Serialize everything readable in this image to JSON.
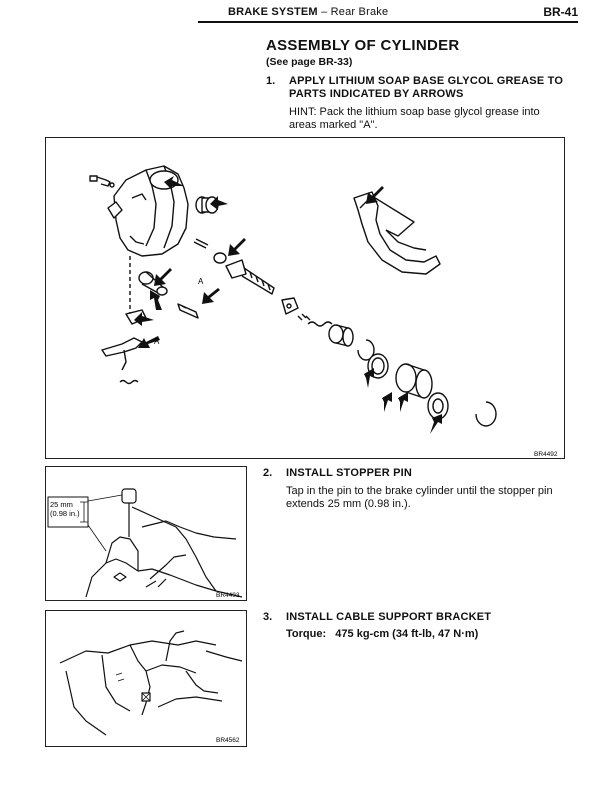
{
  "header": {
    "section": "BRAKE SYSTEM",
    "separator": " – ",
    "subsection": "Rear Brake",
    "page_number": "BR-41"
  },
  "section": {
    "title": "ASSEMBLY OF CYLINDER",
    "reference": "(See page BR-33)"
  },
  "steps": [
    {
      "number": "1.",
      "heading_line1": "APPLY LITHIUM SOAP BASE GLYCOL GREASE TO",
      "heading_line2": "PARTS INDICATED BY ARROWS",
      "hint_line1": "HINT:  Pack the lithium soap base glycol grease into",
      "hint_line2": "areas marked \"A\"."
    },
    {
      "number": "2.",
      "heading": "INSTALL STOPPER PIN",
      "body_line1": "Tap in the pin to the brake cylinder until the stopper pin",
      "body_line2": "extends 25 mm (0.98 in.)."
    },
    {
      "number": "3.",
      "heading": "INSTALL CABLE SUPPORT BRACKET",
      "torque_label": "Torque:",
      "torque_value": "475 kg-cm (34 ft-lb, 47 N·m)"
    }
  ],
  "figures": {
    "exploded": {
      "code": "BR4492",
      "label_a1": "A",
      "label_a2": "A"
    },
    "stopper_pin": {
      "code": "BR4493",
      "dim_line1": "25 mm",
      "dim_line2": "(0.98 in.)"
    },
    "bracket": {
      "code": "BR4562"
    }
  }
}
